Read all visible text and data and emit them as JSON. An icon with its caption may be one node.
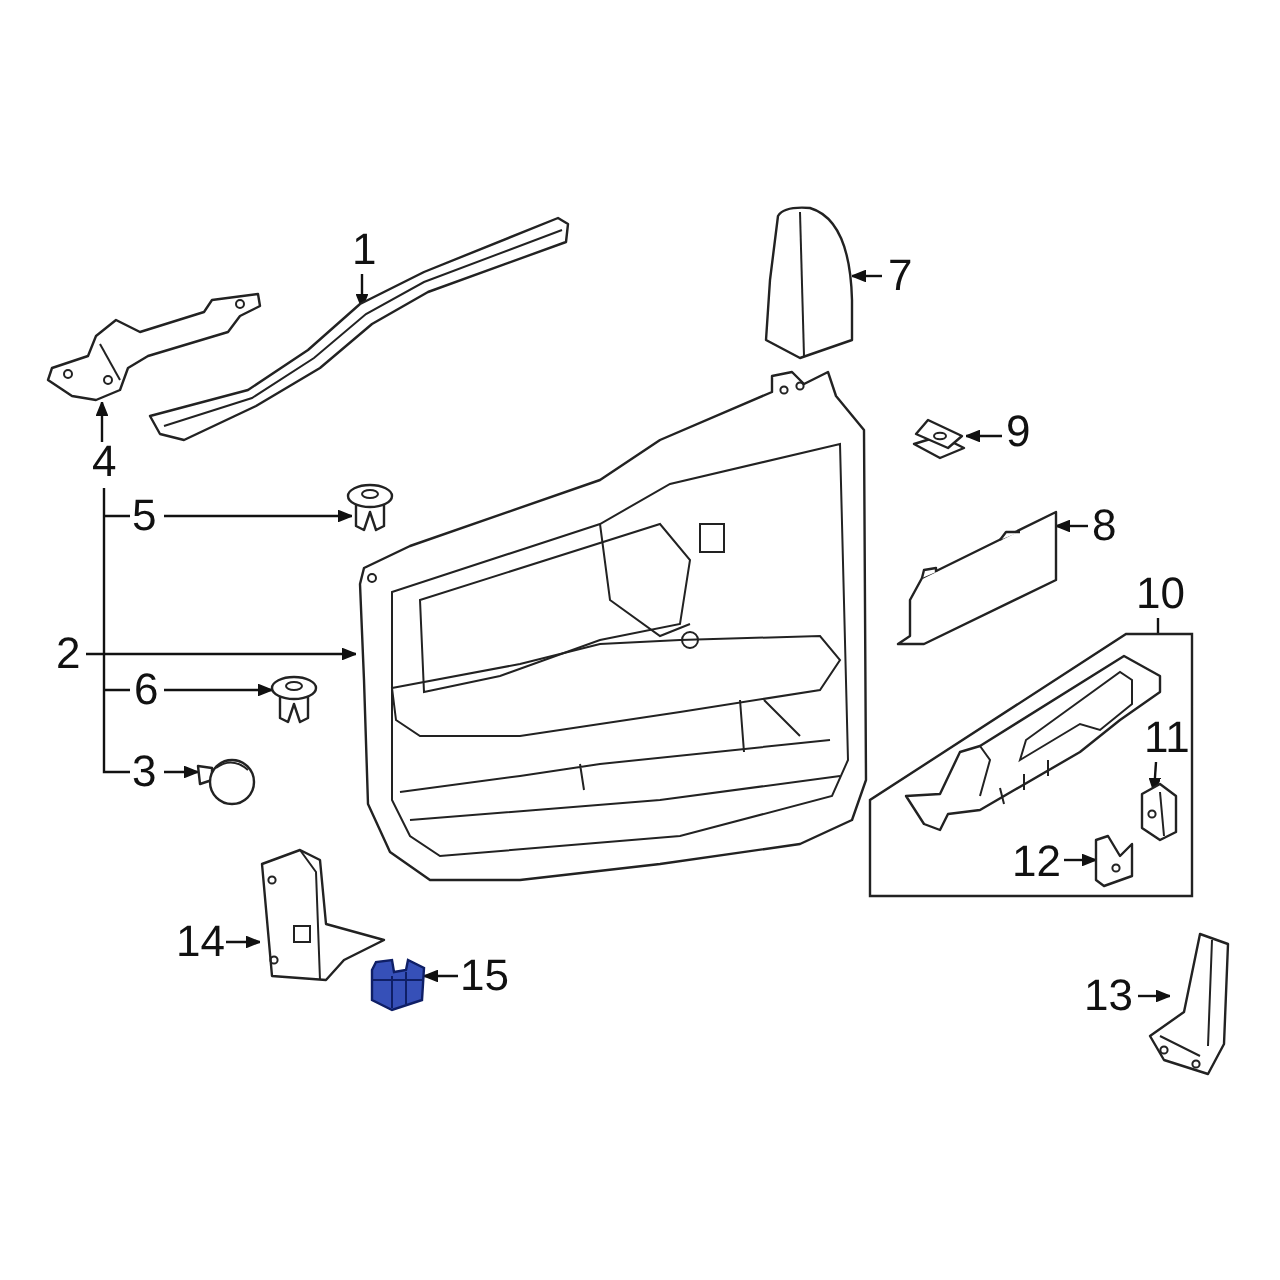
{
  "diagram": {
    "nodes": [
      {
        "text": [
          "1"
        ]
      },
      {
        "text": [],
        "shape": "picture"
      },
      {
        "text": [],
        "shape": "picture"
      },
      {
        "text": [
          "4"
        ]
      },
      {
        "text": [
          "5"
        ]
      },
      {
        "text": [],
        "shape": "picture"
      },
      {
        "text": [
          "2"
        ]
      },
      {
        "text": [],
        "shape": "picture"
      },
      {
        "text": [
          "6"
        ]
      },
      {
        "text": [],
        "shape": "picture"
      },
      {
        "text": [
          "3"
        ]
      },
      {
        "text": [],
        "shape": "picture"
      },
      {
        "text": [
          "7"
        ]
      },
      {
        "text": [],
        "shape": "picture"
      },
      {
        "text": [
          "9"
        ]
      },
      {
        "text": [],
        "shape": "picture"
      },
      {
        "text": [
          "8"
        ]
      },
      {
        "text": [],
        "shape": "picture"
      },
      {
        "text": [
          "10"
        ]
      },
      {
        "text": [],
        "shape": "box"
      },
      {
        "text": [],
        "shape": "picture",
        "in": 19
      },
      {
        "text": [
          "11"
        ],
        "in": 19
      },
      {
        "text": [],
        "shape": "picture",
        "in": 19
      },
      {
        "text": [
          "12"
        ],
        "in": 19
      },
      {
        "text": [],
        "shape": "picture",
        "in": 19
      },
      {
        "text": [
          "14"
        ]
      },
      {
        "text": [],
        "shape": "picture"
      },
      {
        "text": [
          "15"
        ]
      },
      {
        "text": [],
        "shape": "picture"
      },
      {
        "text": [
          "13"
        ]
      },
      {
        "text": [],
        "shape": "picture"
      }
    ],
    "edges": [
      {
        "from": 0,
        "to": 1,
        "arrow": "to"
      },
      {
        "from": 3,
        "to": 2,
        "arrow": "to"
      },
      {
        "from": 4,
        "to": 5,
        "arrow": "to"
      },
      {
        "from": 6,
        "to": 7,
        "arrow": "to"
      },
      {
        "from": 8,
        "to": 9,
        "arrow": "to"
      },
      {
        "from": 10,
        "to": 11,
        "arrow": "to"
      },
      {
        "from": 12,
        "to": 13,
        "arrow": "to"
      },
      {
        "from": 14,
        "to": 15,
        "arrow": "to"
      },
      {
        "from": 16,
        "to": 17,
        "arrow": "to"
      },
      {
        "from": 18,
        "to": 19,
        "arrow": "none"
      },
      {
        "from": 21,
        "to": 22,
        "arrow": "to"
      },
      {
        "from": 23,
        "to": 24,
        "arrow": "to"
      },
      {
        "from": 25,
        "to": 26,
        "arrow": "to"
      },
      {
        "from": 27,
        "to": 28,
        "arrow": "to"
      },
      {
        "from": 29,
        "to": 30,
        "arrow": "to"
      }
    ]
  }
}
